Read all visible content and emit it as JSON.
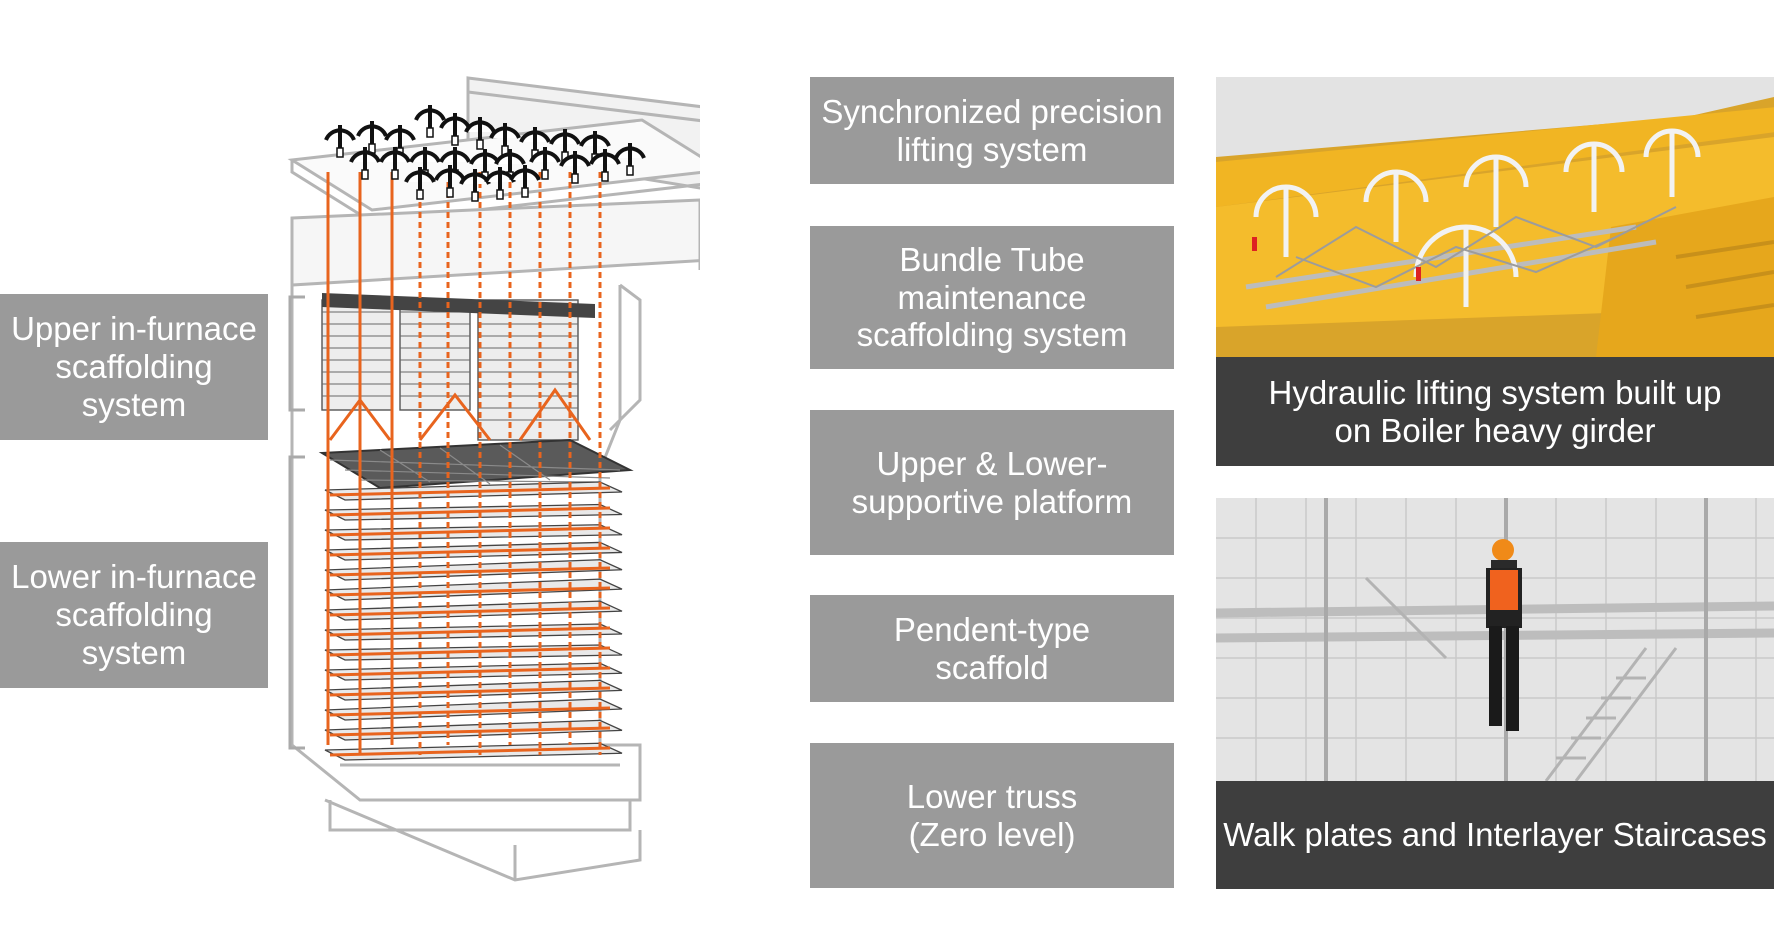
{
  "left_labels": [
    {
      "text": "Upper in-furnace\nscaffolding\nsystem"
    },
    {
      "text": "Lower in-furnace\nscaffolding\nsystem"
    }
  ],
  "right_labels": [
    {
      "text": "Synchronized precision\nlifting system"
    },
    {
      "text": "Bundle Tube\nmaintenance\nscaffolding system"
    },
    {
      "text": "Upper & Lower-\nsupportive platform"
    },
    {
      "text": "Pendent-type\nscaffold"
    },
    {
      "text": "Lower truss\n(Zero level)"
    }
  ],
  "photos": [
    {
      "caption": "Hydraulic lifting system built up\non Boiler heavy girder"
    },
    {
      "caption": "Walk plates and Interlayer Staircases"
    }
  ],
  "colors": {
    "accent": "#e8641e",
    "label_gray": "#9a9a9a",
    "caption_dark": "#3e3e3e",
    "girder_yellow": "#f0b21e"
  }
}
